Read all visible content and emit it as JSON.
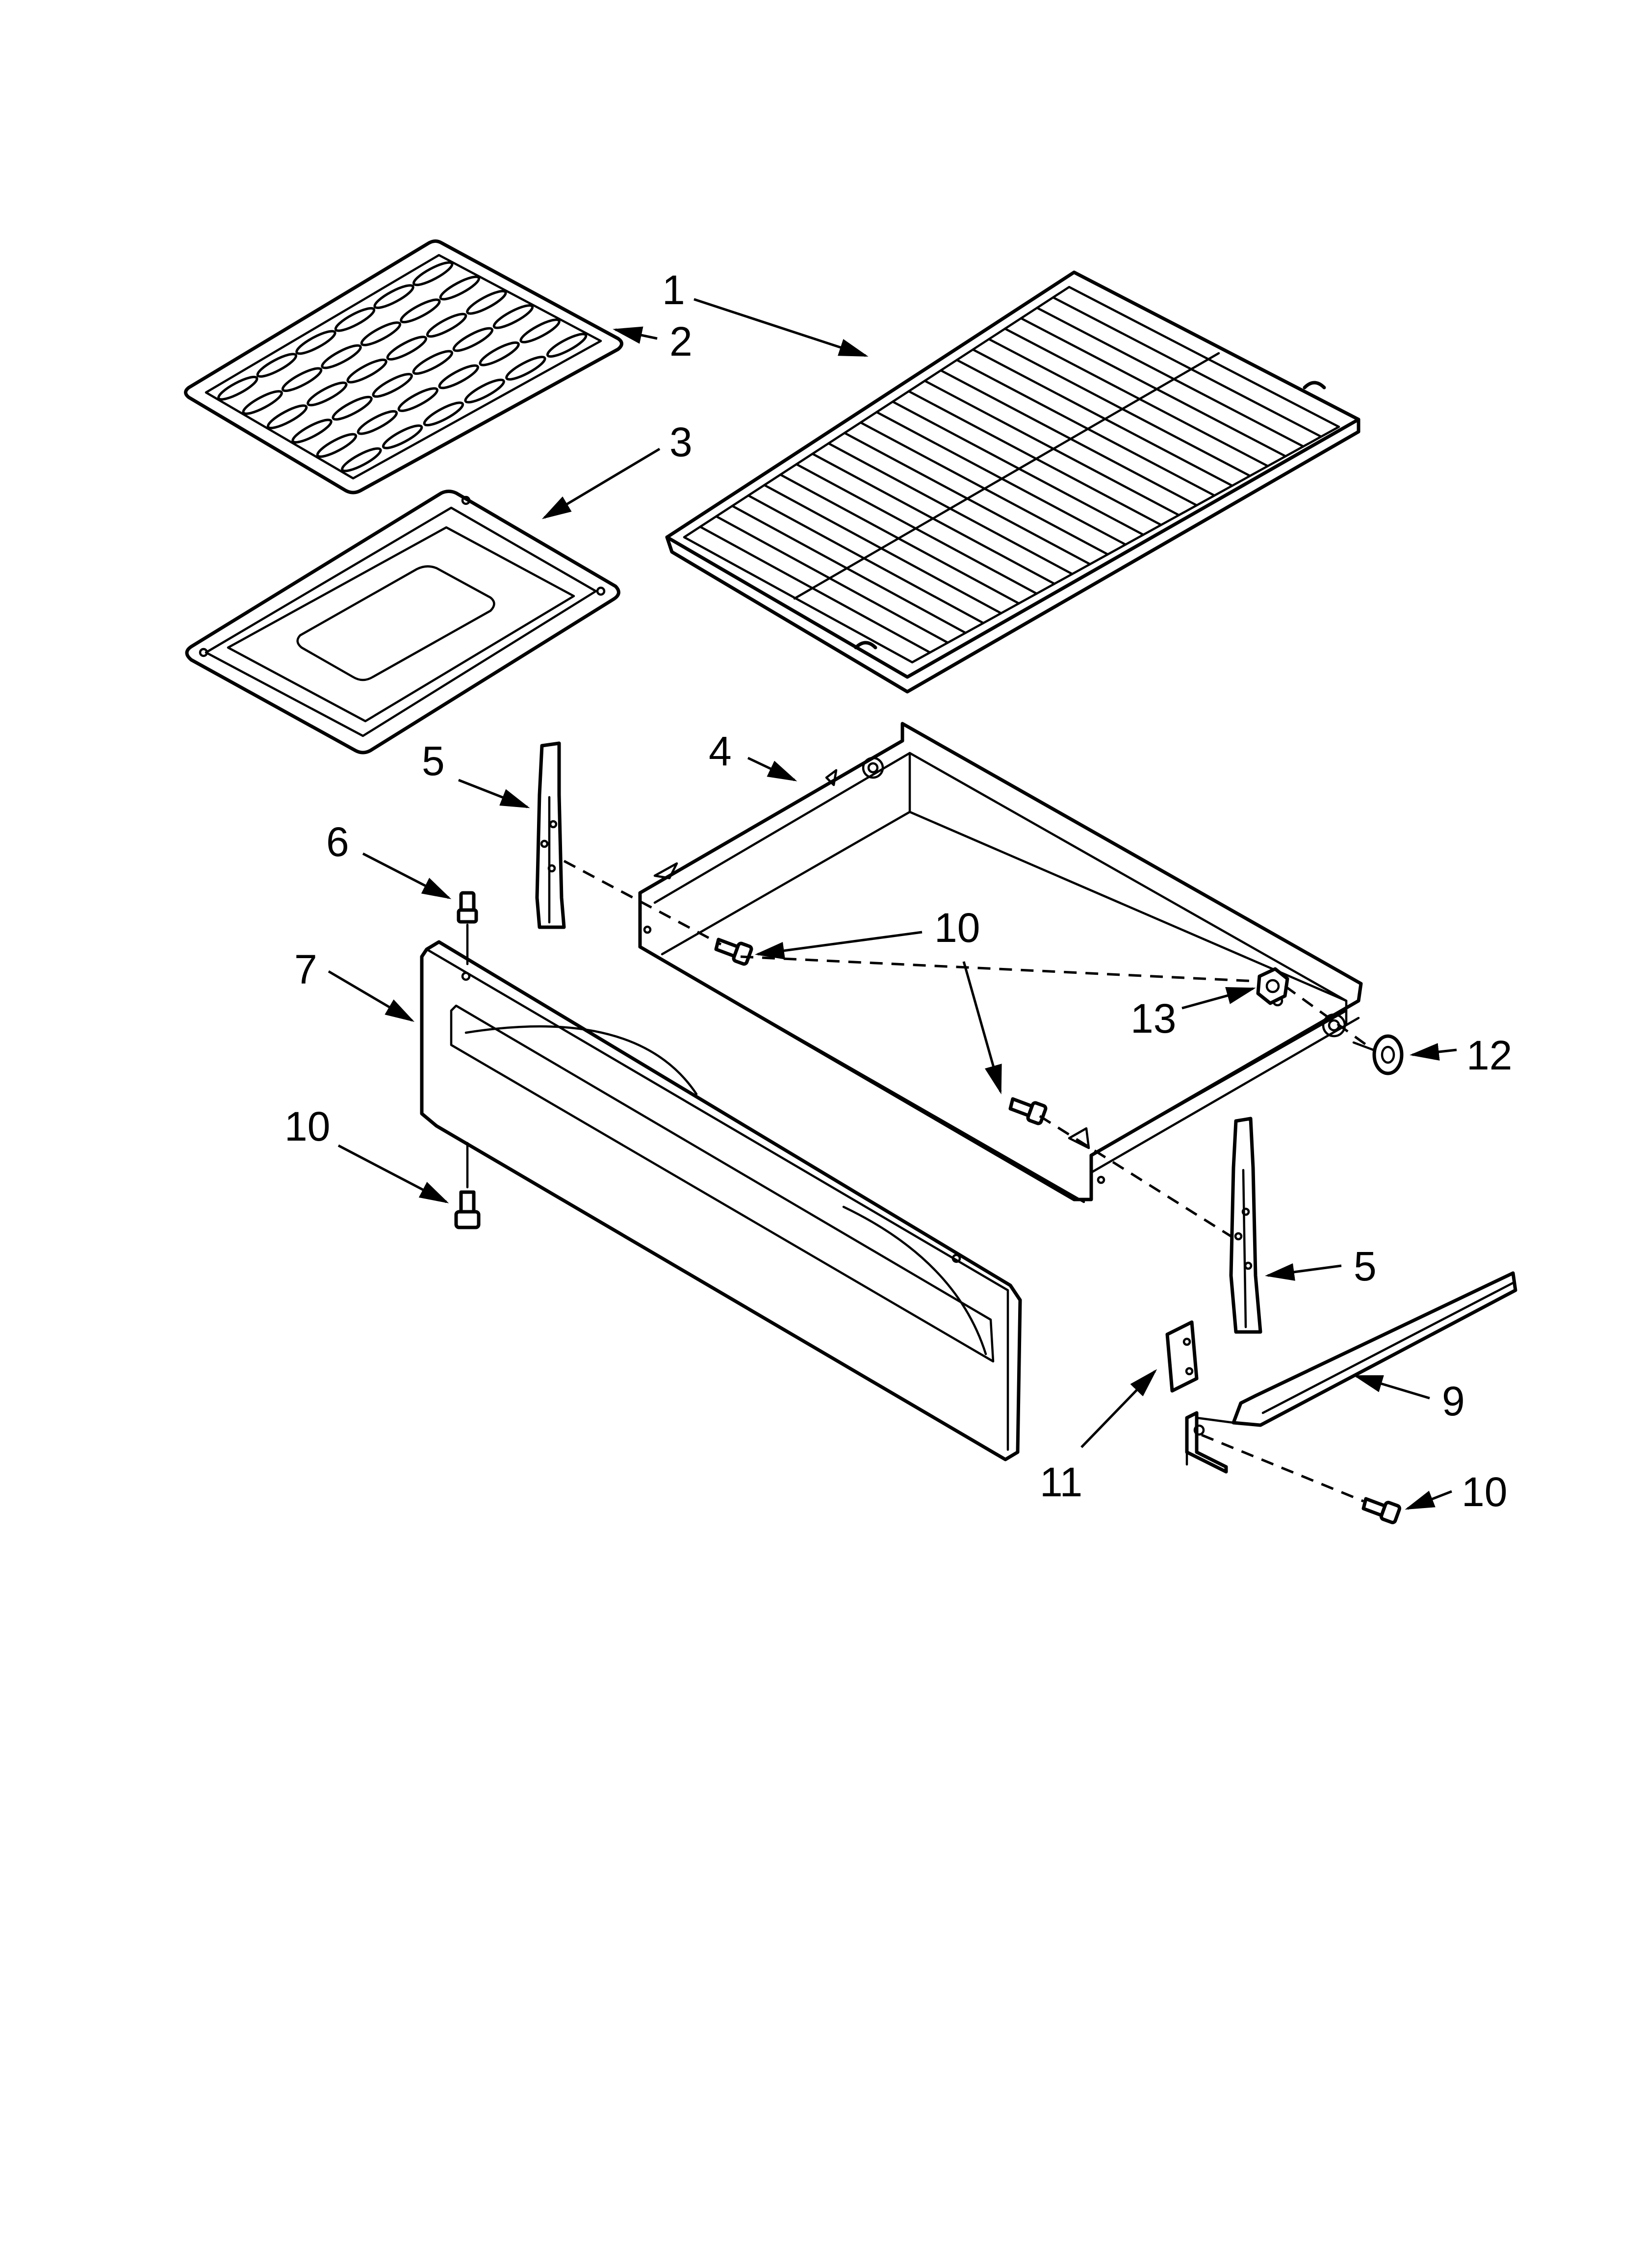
{
  "callouts": [
    {
      "id": "c1",
      "text": "1"
    },
    {
      "id": "c2",
      "text": "2"
    },
    {
      "id": "c3",
      "text": "3"
    },
    {
      "id": "c4",
      "text": "4"
    },
    {
      "id": "c5a",
      "text": "5"
    },
    {
      "id": "c5b",
      "text": "5"
    },
    {
      "id": "c6",
      "text": "6"
    },
    {
      "id": "c7",
      "text": "7"
    },
    {
      "id": "c9",
      "text": "9"
    },
    {
      "id": "c10a",
      "text": "10"
    },
    {
      "id": "c10b",
      "text": "10"
    },
    {
      "id": "c10c",
      "text": "10"
    },
    {
      "id": "c11",
      "text": "11"
    },
    {
      "id": "c12",
      "text": "12"
    },
    {
      "id": "c13",
      "text": "13"
    }
  ]
}
